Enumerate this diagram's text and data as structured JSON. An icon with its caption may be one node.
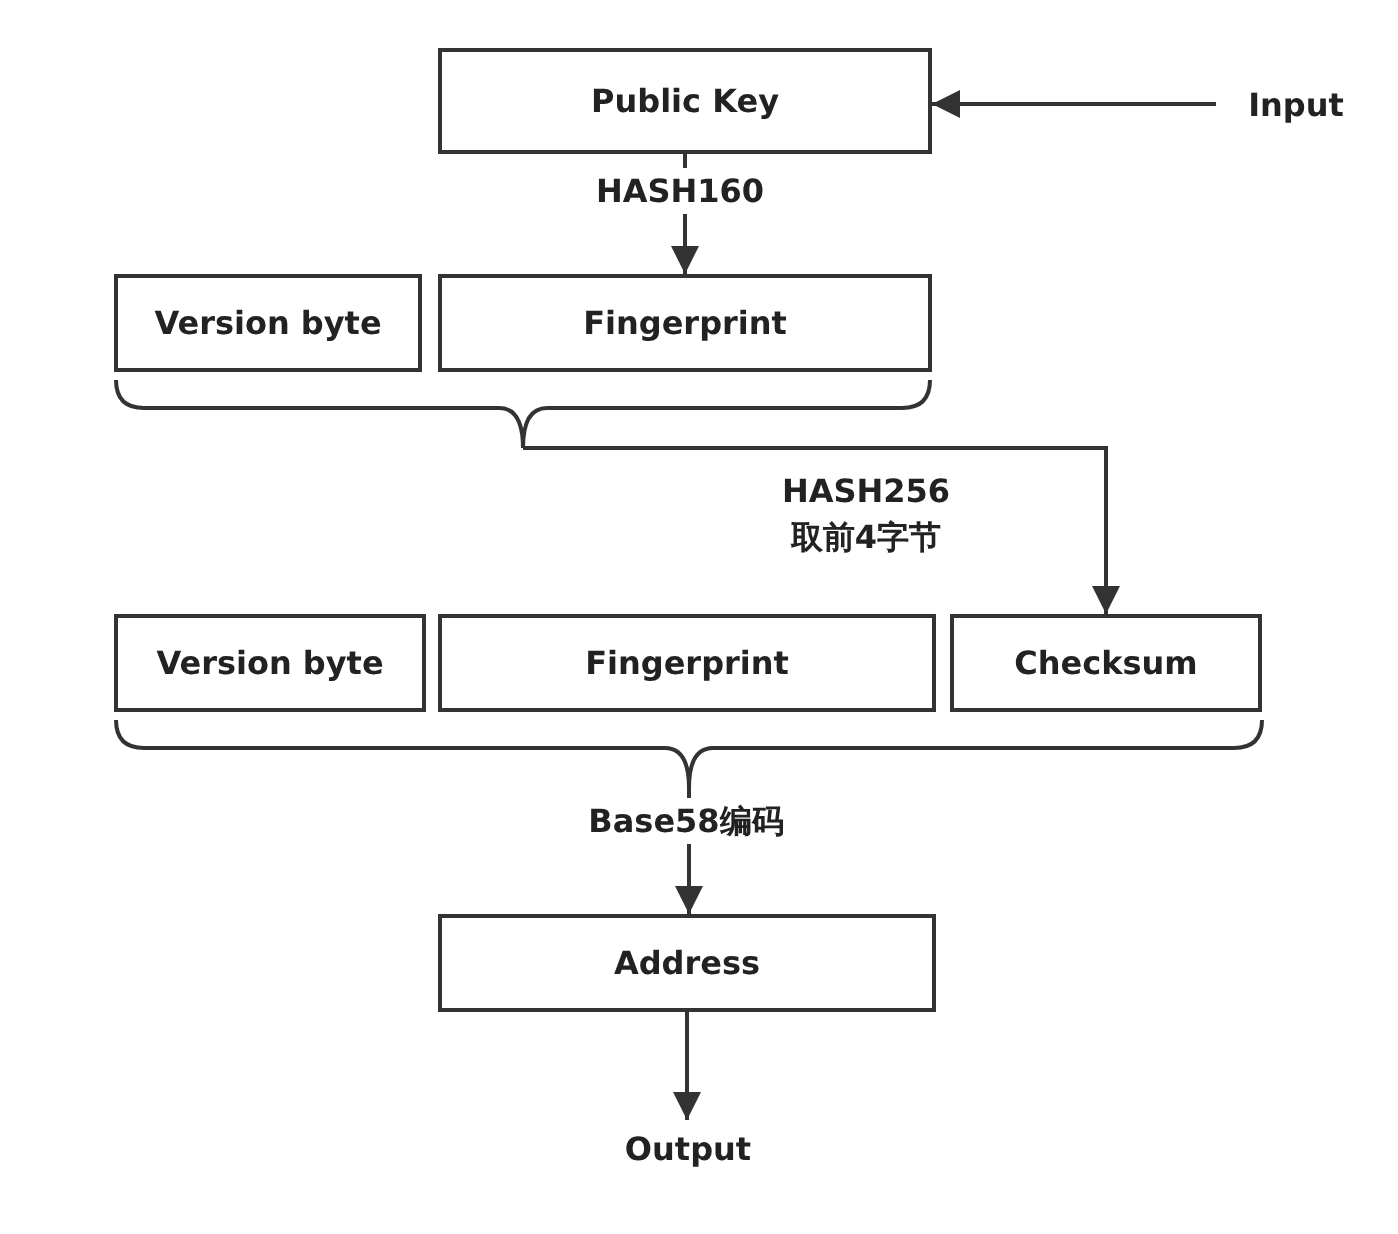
{
  "diagram": {
    "nodes": [
      {
        "text": [
          "Public Key"
        ]
      },
      {
        "text": [
          "Input"
        ]
      },
      {
        "text": [
          "Version byte"
        ]
      },
      {
        "text": [
          "Fingerprint"
        ]
      },
      {
        "text": [],
        "shape": "brace"
      },
      {
        "text": [
          "Version byte"
        ]
      },
      {
        "text": [
          "Fingerprint"
        ]
      },
      {
        "text": [
          "Checksum"
        ]
      },
      {
        "text": [],
        "shape": "brace"
      },
      {
        "text": [
          "Address"
        ]
      },
      {
        "text": [
          "Output"
        ]
      }
    ],
    "edges": [
      {
        "from": 1,
        "to": 0,
        "arrow": "to"
      },
      {
        "from": 0,
        "to": 3,
        "arrow": "to",
        "label": "HASH160"
      },
      {
        "from": 4,
        "to": 7,
        "arrow": "to",
        "label": "HASH256 取前4字节"
      },
      {
        "from": 8,
        "to": 9,
        "arrow": "to",
        "label": "Base58编码"
      },
      {
        "from": 9,
        "to": 10,
        "arrow": "to"
      }
    ]
  }
}
